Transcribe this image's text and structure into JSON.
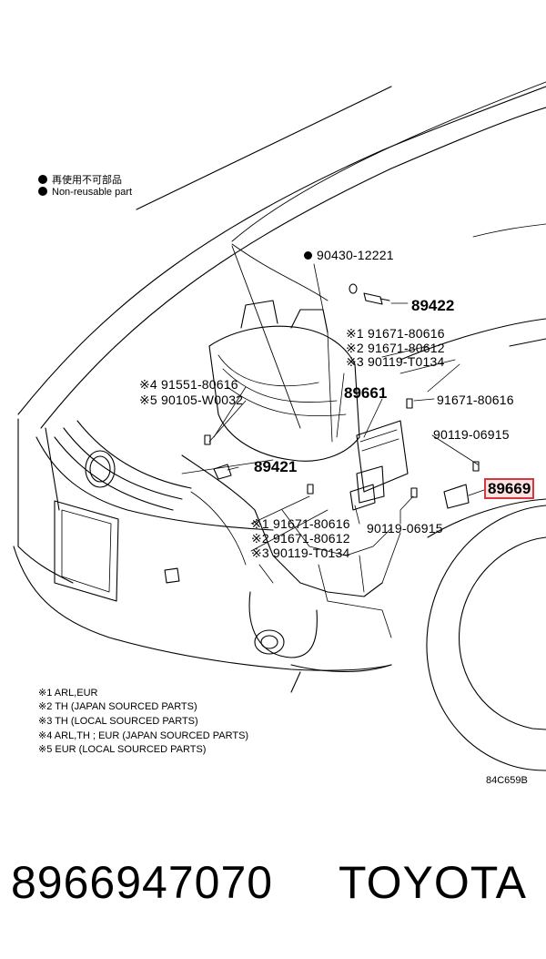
{
  "legend": {
    "line1": "再使用不可部品",
    "line2": "Non-reusable part"
  },
  "parts": {
    "p90430": "90430-12221",
    "p89422": "89422",
    "p91671_80616_a": "91671-80616",
    "p91671_80612_a": "91671-80612",
    "p90119_T0134_a": "90119-T0134",
    "p91551": "91551-80616",
    "p90105": "90105-W0032",
    "p89661": "89661",
    "p91671_80616_r": "91671-80616",
    "p90119_06915_r": "90119-06915",
    "p89421": "89421",
    "p89669": "89669",
    "p91671_80616_b": "91671-80616",
    "p91671_80612_b": "91671-80612",
    "p90119_T0134_b": "90119-T0134",
    "p90119_06915_b": "90119-06915"
  },
  "marks": {
    "m1": "※1",
    "m2": "※2",
    "m3": "※3",
    "m4": "※4",
    "m5": "※5"
  },
  "notes": [
    "※1 ARL,EUR",
    "※2 TH (JAPAN SOURCED PARTS)",
    "※3 TH (LOCAL SOURCED PARTS)",
    "※4 ARL,TH ; EUR (JAPAN SOURCED PARTS)",
    "※5 EUR (LOCAL SOURCED PARTS)"
  ],
  "diagram_code": "84C659B",
  "part_number": "8966947070",
  "brand": "TOYOTA"
}
